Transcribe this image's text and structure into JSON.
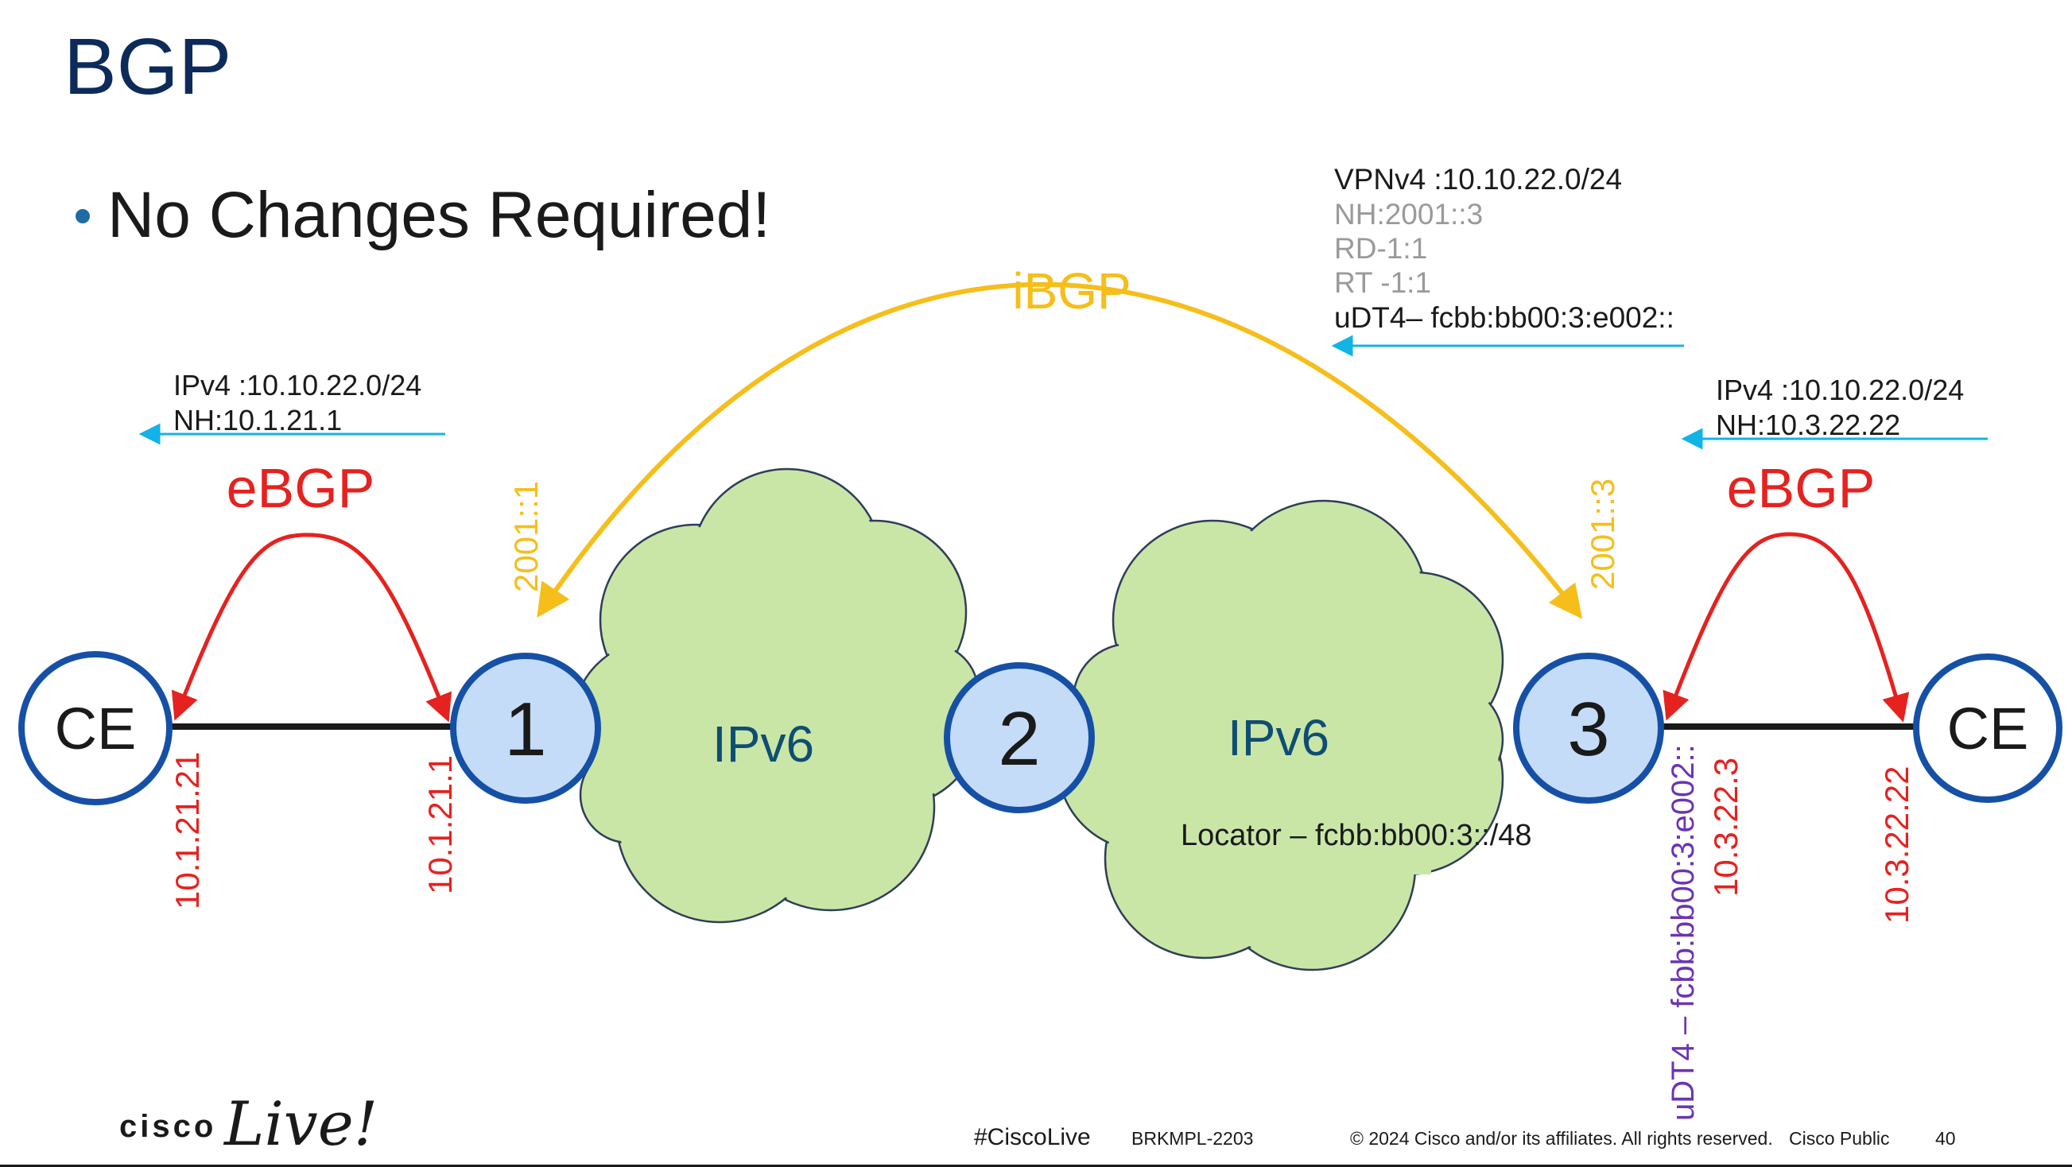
{
  "slide": {
    "title": "BGP",
    "bullet": "No Changes Required!",
    "colors": {
      "title": "#0d2b5a",
      "ebgp": "#e5221f",
      "ibgp": "#f6be1a",
      "annotation_arrow": "#12b3e6",
      "node_fill": "#c5dcf8",
      "node_stroke": "#1550a6",
      "cloud_fill": "#c9e6a7",
      "cloud_stroke": "#2e3e58",
      "sid_purple": "#6b34b4",
      "gray": "#9a9a9a"
    }
  },
  "diagram": {
    "nodes": [
      {
        "label": "CE",
        "icon": "ce-router"
      },
      {
        "label": "1",
        "icon": "pe-router"
      },
      {
        "label": "2",
        "icon": "p-router"
      },
      {
        "label": "3",
        "icon": "pe-router"
      },
      {
        "label": "CE",
        "icon": "ce-router"
      }
    ],
    "clouds": [
      {
        "label": "IPv6"
      },
      {
        "label": "IPv6",
        "sublabel": "Locator – fcbb:bb00:3::/48"
      }
    ],
    "sessions": {
      "ibgp": "iBGP",
      "ebgp_left": "eBGP",
      "ebgp_right": "eBGP"
    },
    "loopbacks": {
      "left": "2001::1",
      "right": "2001::3"
    },
    "link_addresses": {
      "ce_left": "10.1.21.21",
      "pe1": "10.1.21.1",
      "pe3_sid": "uDT4 – fcbb:bb00:3:e002::",
      "pe3": "10.3.22.3",
      "ce_right": "10.3.22.22"
    },
    "vpn_update": {
      "prefix": "VPNv4 :10.10.22.0/24",
      "nh": "NH:2001::3",
      "rd": "RD-1:1",
      "rt": "RT -1:1",
      "sid": "uDT4– fcbb:bb00:3:e002::"
    },
    "left_update": {
      "prefix": "IPv4 :10.10.22.0/24",
      "nh": "NH:10.1.21.1"
    },
    "right_update": {
      "prefix": "IPv4 :10.10.22.0/24",
      "nh": "NH:10.3.22.22"
    }
  },
  "footer": {
    "brand": "cisco",
    "brand_script": "Live!",
    "hashtag": "#CiscoLive",
    "session_id": "BRKMPL-2203",
    "copyright": "© 2024  Cisco and/or its affiliates. All rights reserved.",
    "classification": "Cisco Public",
    "page_number": "40"
  }
}
